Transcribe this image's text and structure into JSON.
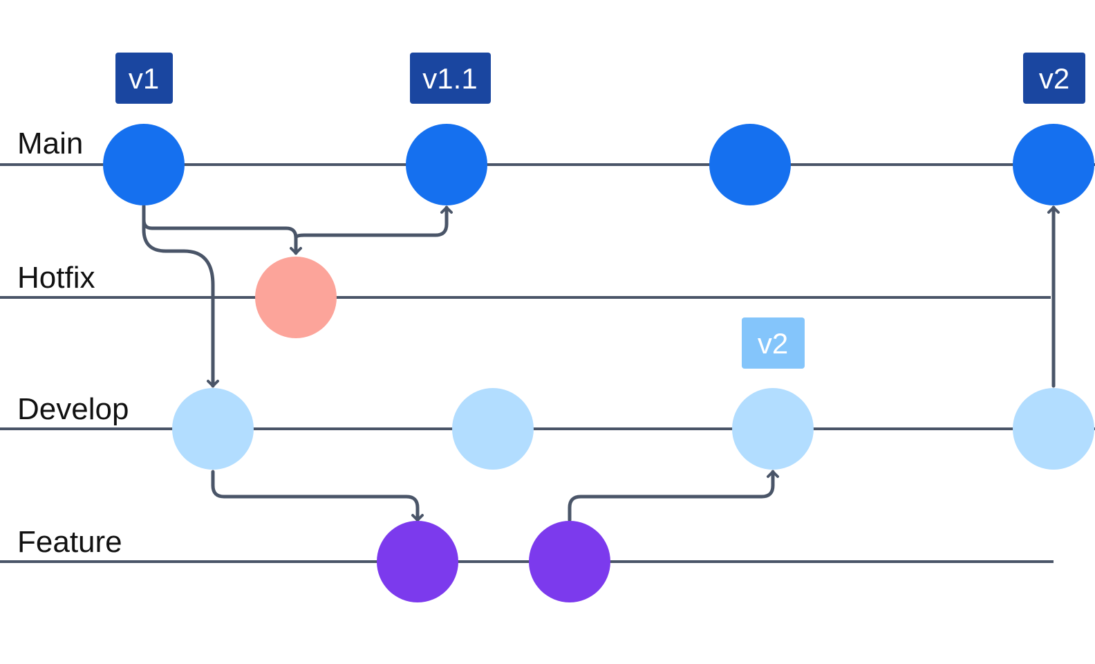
{
  "lanes": [
    {
      "id": "main",
      "label": "Main"
    },
    {
      "id": "hotfix",
      "label": "Hotfix"
    },
    {
      "id": "develop",
      "label": "Develop"
    },
    {
      "id": "feature",
      "label": "Feature"
    }
  ],
  "colors": {
    "main": "#1570ef",
    "hotfix": "#fca49a",
    "develop": "#b2ddff",
    "feature": "#7c3aed",
    "tag_dark": "#1a46a0",
    "tag_light": "#84c5fb",
    "line": "#4a5568"
  },
  "tags": [
    {
      "id": "tag-v1",
      "label": "v1",
      "style": "dark"
    },
    {
      "id": "tag-v1-1",
      "label": "v1.1",
      "style": "dark"
    },
    {
      "id": "tag-v2-main",
      "label": "v2",
      "style": "dark"
    },
    {
      "id": "tag-v2-develop",
      "label": "v2",
      "style": "light"
    }
  ]
}
